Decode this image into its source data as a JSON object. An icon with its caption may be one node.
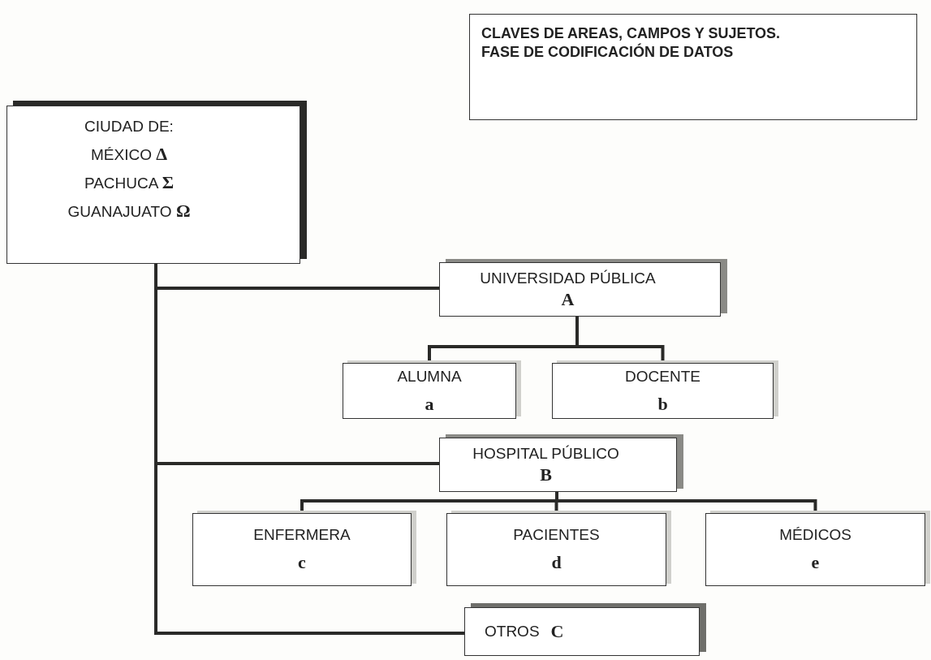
{
  "diagram": {
    "nodes": [
      {
        "text": [
          "CLAVES DE AREAS, CAMPOS Y SUJETOS. FASE DE CODIFICACIÓN DE DATOS"
        ]
      },
      {
        "text": [
          "CIUDAD DE:",
          "MÉXICO  **Δ**",
          "PACHUCA **Σ**",
          "GUANAJUATO **Ω**"
        ]
      },
      {
        "text": [
          "UNIVERSIDAD PÚBLICA",
          "A"
        ]
      },
      {
        "text": [
          "ALUMNA",
          "a"
        ]
      },
      {
        "text": [
          "DOCENTE",
          "b"
        ]
      },
      {
        "text": [
          "HOSPITAL PÚBLICO",
          "B"
        ]
      },
      {
        "text": [
          "ENFERMERA",
          "c"
        ]
      },
      {
        "text": [
          "PACIENTES",
          "d"
        ]
      },
      {
        "text": [
          "MÉDICOS",
          "e"
        ]
      },
      {
        "text": [
          "OTROS",
          "C"
        ]
      }
    ],
    "edges": [
      {
        "from": 1,
        "to": 2,
        "arrow": "none"
      },
      {
        "from": 1,
        "to": 5,
        "arrow": "none"
      },
      {
        "from": 1,
        "to": 9,
        "arrow": "none"
      },
      {
        "from": 2,
        "to": 3,
        "arrow": "none"
      },
      {
        "from": 2,
        "to": 4,
        "arrow": "none"
      },
      {
        "from": 5,
        "to": 6,
        "arrow": "none"
      },
      {
        "from": 5,
        "to": 7,
        "arrow": "none"
      },
      {
        "from": 5,
        "to": 8,
        "arrow": "none"
      }
    ]
  }
}
